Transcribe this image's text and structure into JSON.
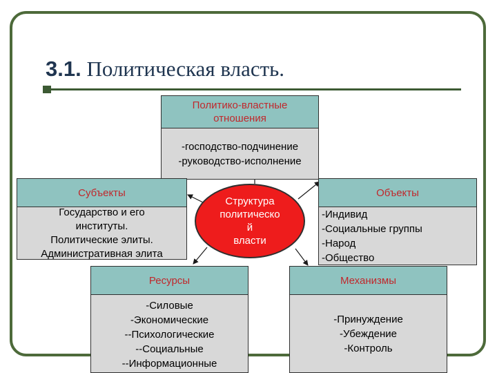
{
  "slide": {
    "title_number": "3.1.",
    "title_text": "Политическая власть."
  },
  "center": {
    "lines": [
      "Структура",
      "политическо",
      "й",
      "власти"
    ]
  },
  "boxes": {
    "top": {
      "header": [
        "Политико-властные",
        "отношения"
      ],
      "lines": [
        "-господство-подчинение",
        "-руководство-исполнение"
      ]
    },
    "left": {
      "header": [
        "Субъекты"
      ],
      "lines": [
        "Государство и его",
        "институты.",
        "Политические элиты.",
        "Административная элита"
      ]
    },
    "right": {
      "header": [
        "Объекты"
      ],
      "lines": [
        "-Индивид",
        "-Социальные группы",
        "-Народ",
        "-Общество"
      ]
    },
    "bottom_left": {
      "header": [
        "Ресурсы"
      ],
      "lines": [
        "-Силовые",
        "-Экономические",
        "--Психологические",
        "--Социальные",
        "--Информационные"
      ]
    },
    "bottom_right": {
      "header": [
        "Механизмы"
      ],
      "lines": [
        "-Принуждение",
        "-Убеждение",
        "-Контроль"
      ]
    }
  },
  "colors": {
    "frame": "#4d6a3a",
    "title": "#1f3550",
    "header_fill": "#8fc3c0",
    "header_text": "#c0282c",
    "body_fill": "#d8d8d8",
    "ellipse_fill": "#ee1c1c"
  }
}
